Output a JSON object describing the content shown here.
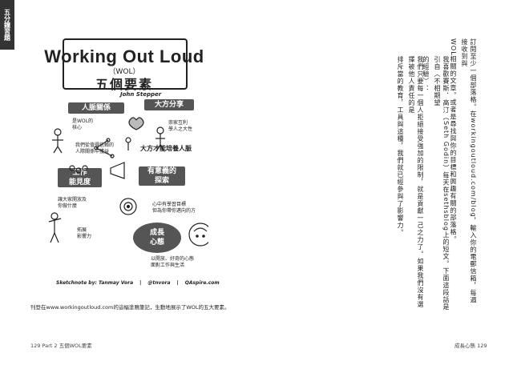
{
  "poster": {
    "title": "Working Out Loud",
    "subtitle": "（WOL）",
    "heading": "五個要素",
    "author": "John Stepper",
    "banners": {
      "relationships": "人脈關係",
      "generosity": "大方分享",
      "visible_work": "工作\n能見度",
      "purposeful": "有意義的\n探索",
      "growth": "成長\n心態"
    },
    "notes": {
      "rel_core": "是WOL的\n核心",
      "rel_ppl": "我們從值得信賴的\n人際關係中獲益",
      "gen_reciprocity": "崇家互利\n學人之大性",
      "gen_big": "大方才能培養人脈",
      "vis_show": "讓大家開放及\n你做什麼",
      "vis_influence": "拓展\n影響力",
      "pur_goal": "心中有學習目標\n但為你帶你邁向的方",
      "growth_open": "以開放、好奇的心態\n面對工作與生活"
    },
    "credits": {
      "sketch": "Sketchnote by: Tanmay Vora",
      "handle": "@tnvora",
      "site": "QAspire.com"
    }
  },
  "caption": "刊登在www.workingoutloud.com的這幅塗鴉筆記，生動地展示了WOL的五大要素。",
  "footer_left": "129  Part 2 五個WOL要素",
  "footer_right": "成長心態  129",
  "right_page": {
    "tag": "五分鐘習題",
    "columns": [
      "訂閱至少一個部落格。在workingoutloud.com/blog，輸入你的電郵信箱，每週接收到與",
      "WOL相關的文章。或者是尋找與你的目標和興趣有關的部落格。",
      "我喜歡賽斯．高汀（Seth Godin）每天在sethsblog上的短文。下面這段話是引自〈不相期望",
      "的經驗〉：",
      "我們只要每一個人拒絕接受強加的限制，就是貢獻一己之力了。如果我們沒有選擇被他人責任的是",
      "排斥當的教育，工具與這種，我們就已經參與了影響力。"
    ]
  }
}
